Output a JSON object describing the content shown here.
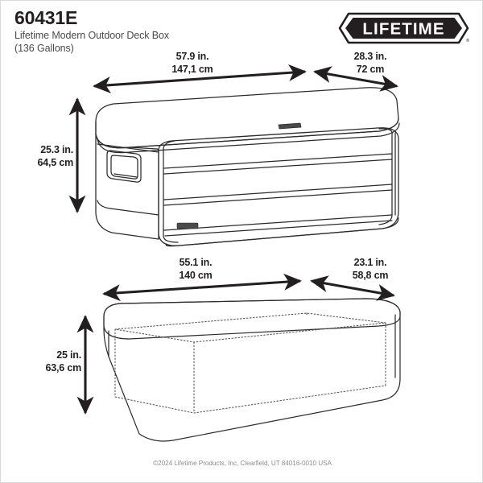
{
  "header": {
    "sku": "60431E",
    "product_name": "Lifetime Modern Outdoor Deck Box",
    "capacity": "(136 Gallons)"
  },
  "logo": {
    "wordmark": "LIFETIME",
    "registered_mark": "®"
  },
  "dimensions": {
    "exterior": {
      "width": {
        "inches": "57.9 in.",
        "cm": "147,1 cm"
      },
      "depth": {
        "inches": "28.3 in.",
        "cm": "72 cm"
      },
      "height": {
        "inches": "25.3 in.",
        "cm": "64,5 cm"
      }
    },
    "interior": {
      "width": {
        "inches": "55.1 in.",
        "cm": "140 cm"
      },
      "depth": {
        "inches": "23.1 in.",
        "cm": "58,8 cm"
      },
      "height": {
        "inches": "25 in.",
        "cm": "63,6 cm"
      }
    }
  },
  "footer": {
    "copyright": "©2024 Lifetime Products, Inc, Clearfield, UT 84016-0010 USA"
  },
  "colors": {
    "ink": "#231f20",
    "line": "#2b2b2b",
    "muted": "#8d8d8d",
    "border": "#d9d9d9"
  }
}
